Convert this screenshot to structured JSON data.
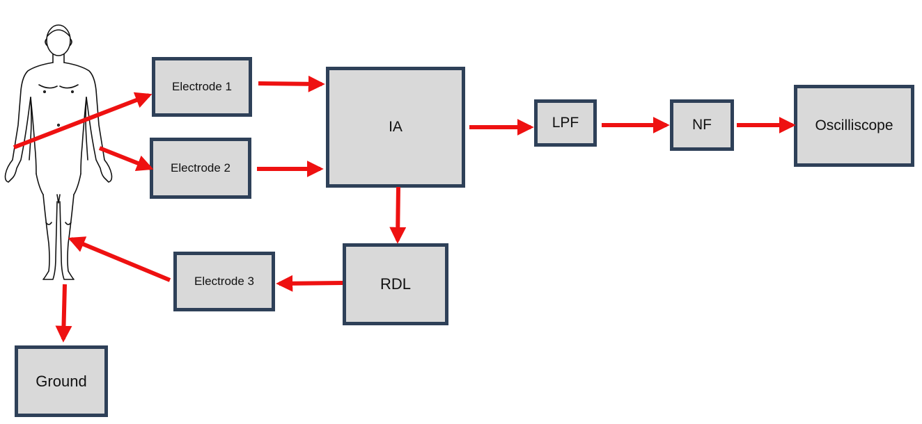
{
  "colors": {
    "block_fill": "#d9d9d9",
    "block_border": "#2e4058",
    "arrow": "#ee1111",
    "figure_stroke": "#111111"
  },
  "figure": {
    "icon": "human-body-outline-icon"
  },
  "blocks": {
    "electrode1": "Electrode 1",
    "electrode2": "Electrode 2",
    "electrode3": "Electrode 3",
    "ia": "IA",
    "lpf": "LPF",
    "nf": "NF",
    "oscilliscope": "Oscilliscope",
    "rdl": "RDL",
    "ground": "Ground"
  },
  "connections": [
    {
      "from": "body",
      "to": "Electrode 1"
    },
    {
      "from": "body",
      "to": "Electrode 2"
    },
    {
      "from": "Electrode 1",
      "to": "IA"
    },
    {
      "from": "Electrode 2",
      "to": "IA"
    },
    {
      "from": "IA",
      "to": "LPF"
    },
    {
      "from": "LPF",
      "to": "NF"
    },
    {
      "from": "NF",
      "to": "Oscilliscope"
    },
    {
      "from": "IA",
      "to": "RDL"
    },
    {
      "from": "RDL",
      "to": "Electrode 3"
    },
    {
      "from": "Electrode 3",
      "to": "body"
    },
    {
      "from": "body",
      "to": "Ground"
    }
  ]
}
